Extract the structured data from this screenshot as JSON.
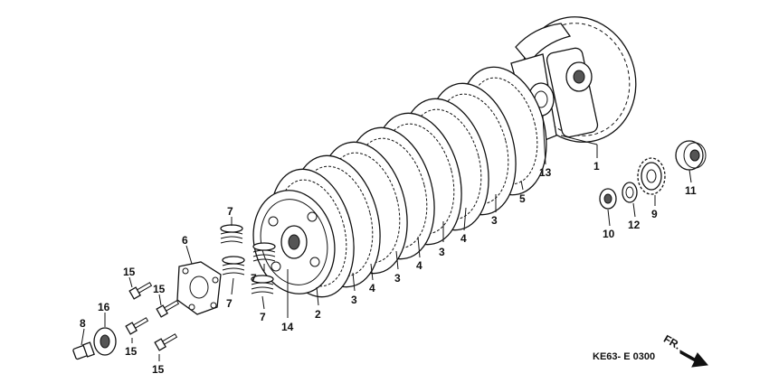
{
  "diagram": {
    "code": "KE63- E 0300",
    "direction_label": "FR.",
    "callouts": [
      {
        "id": "c1",
        "label": "1"
      },
      {
        "id": "c2",
        "label": "2"
      },
      {
        "id": "c3a",
        "label": "3"
      },
      {
        "id": "c3b",
        "label": "3"
      },
      {
        "id": "c3c",
        "label": "3"
      },
      {
        "id": "c3d",
        "label": "3"
      },
      {
        "id": "c3e",
        "label": "3"
      },
      {
        "id": "c4a",
        "label": "4"
      },
      {
        "id": "c4b",
        "label": "4"
      },
      {
        "id": "c4c",
        "label": "4"
      },
      {
        "id": "c4d",
        "label": "4"
      },
      {
        "id": "c5",
        "label": "5"
      },
      {
        "id": "c6",
        "label": "6"
      },
      {
        "id": "c7a",
        "label": "7"
      },
      {
        "id": "c7b",
        "label": "7"
      },
      {
        "id": "c7c",
        "label": "7"
      },
      {
        "id": "c7d",
        "label": "7"
      },
      {
        "id": "c8",
        "label": "8"
      },
      {
        "id": "c9",
        "label": "9"
      },
      {
        "id": "c10",
        "label": "10"
      },
      {
        "id": "c11",
        "label": "11"
      },
      {
        "id": "c12",
        "label": "12"
      },
      {
        "id": "c13",
        "label": "13"
      },
      {
        "id": "c14",
        "label": "14"
      },
      {
        "id": "c15a",
        "label": "15"
      },
      {
        "id": "c15b",
        "label": "15"
      },
      {
        "id": "c15c",
        "label": "15"
      },
      {
        "id": "c15d",
        "label": "15"
      },
      {
        "id": "c16",
        "label": "16"
      }
    ]
  }
}
